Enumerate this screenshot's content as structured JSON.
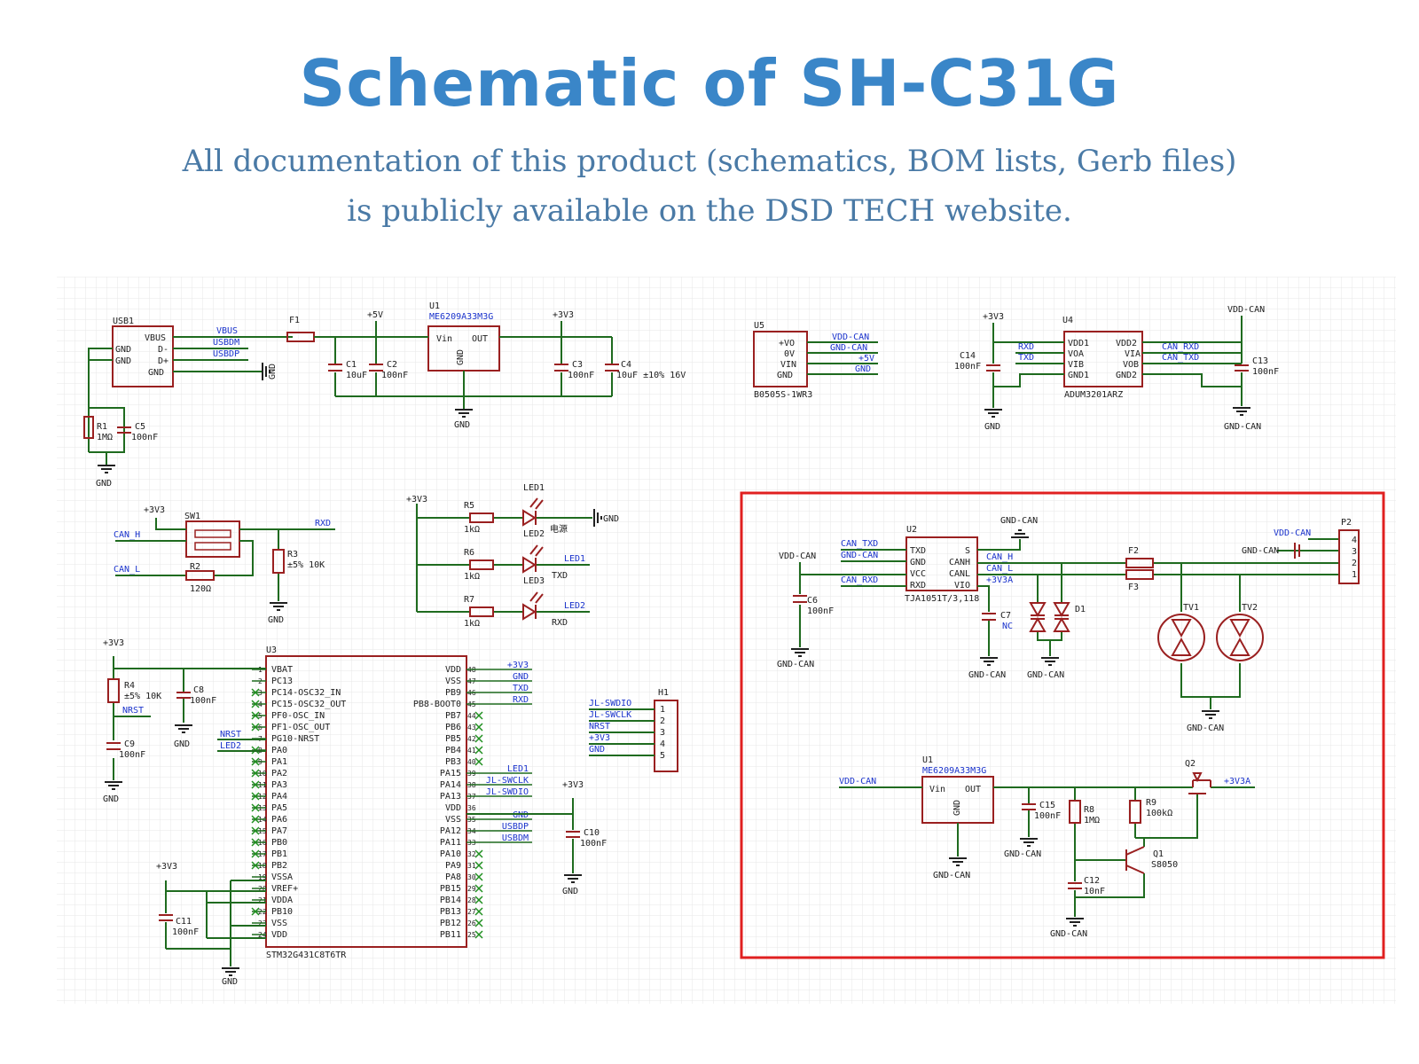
{
  "header": {
    "title": "Schematic of SH-C31G",
    "subtitle_line1": "All documentation of this product (schematics, BOM lists, Gerb files)",
    "subtitle_line2": "is publicly available on the DSD TECH website."
  },
  "colors": {
    "title": "#3a86c8",
    "subtitle": "#4a7aa6",
    "wire": "#1f6b1f",
    "component": "#9a2020",
    "net_label": "#1a33cc",
    "text": "#202020",
    "highlight": "#e02020"
  },
  "usb": {
    "designator": "USB1",
    "pins": [
      "VBUS",
      "D-",
      "D+",
      "GND"
    ],
    "side_pins": [
      "GND",
      "GND"
    ],
    "nets": [
      "VBUS",
      "USBDM",
      "USBDP"
    ],
    "r1": "R1",
    "r1_val": "1MΩ",
    "c5": "C5",
    "c5_val": "100nF",
    "gnd": "GND"
  },
  "ldo": {
    "designator": "U1",
    "part": "ME6209A33M3G",
    "in": "Vin",
    "out": "OUT",
    "gnd_pin": "GND",
    "f1": "F1",
    "v5": "+5V",
    "v33": "+3V3",
    "c1": "C1",
    "c1_val": "10uF",
    "c2": "C2",
    "c2_val": "100nF",
    "c3": "C3",
    "c3_val": "100nF",
    "c4": "C4",
    "c4_val": "10uF ±10% 16V",
    "gnd": "GND"
  },
  "u5": {
    "designator": "U5",
    "pins": [
      "+VO",
      "0V",
      "VIN",
      "GND"
    ],
    "nets": [
      "VDD-CAN",
      "GND-CAN",
      "+5V",
      "GND"
    ],
    "part": "B0505S-1WR3"
  },
  "iso": {
    "designator": "U4",
    "v33": "+3V3",
    "vdd_can": "VDD-CAN",
    "c14": "C14",
    "c14_val": "100nF",
    "c13": "C13",
    "c13_val": "100nF",
    "left_pins": [
      "VDD1",
      "VOA",
      "VIB",
      "GND1"
    ],
    "right_pins": [
      "VDD2",
      "VIA",
      "VOB",
      "GND2"
    ],
    "nets_left": [
      "RXD",
      "TXD"
    ],
    "nets_right": [
      "CAN_RXD",
      "CAN_TXD"
    ],
    "part": "ADUM3201ARZ",
    "gnd": "GND",
    "gnd_can": "GND-CAN"
  },
  "switch": {
    "v33": "+3V3",
    "designator": "SW1",
    "can_h": "CAN_H",
    "can_l": "CAN_L",
    "rxd": "RXD",
    "r2": "R2",
    "r2_val": "120Ω",
    "r3": "R3",
    "r3_val": "±5% 10K",
    "gnd": "GND"
  },
  "leds": {
    "v33": "+3V3",
    "rows": [
      {
        "r": "R5",
        "rval": "1kΩ",
        "led": "LED1",
        "sub": "LED2",
        "note": "电源",
        "net": "GND"
      },
      {
        "r": "R6",
        "rval": "1kΩ",
        "led": "LED2",
        "sub": "LED3",
        "note": "TXD",
        "net": "LED1"
      },
      {
        "r": "R7",
        "rval": "1kΩ",
        "led": "LED3",
        "sub": "",
        "note": "RXD",
        "net": "LED2"
      }
    ]
  },
  "mcu": {
    "designator": "U3",
    "part": "STM32G431C8T6TR",
    "left_pins": [
      "VBAT",
      "PC13",
      "PC14-OSC32_IN",
      "PC15-OSC32_OUT",
      "PF0-OSC_IN",
      "PF1-OSC_OUT",
      "PG10-NRST",
      "PA0",
      "PA1",
      "PA2",
      "PA3",
      "PA4",
      "PA5",
      "PA6",
      "PA7",
      "PB0",
      "PB1",
      "PB2",
      "VSSA",
      "VREF+",
      "VDDA",
      "PB10",
      "VSS",
      "VDD"
    ],
    "right_pins": [
      "VDD",
      "VSS",
      "PB9",
      "PB8-BOOT0",
      "PB7",
      "PB6",
      "PB5",
      "PB4",
      "PB3",
      "PA15",
      "PA14",
      "PA13",
      "VDD",
      "VSS",
      "PA12",
      "PA11",
      "PA10",
      "PA9",
      "PA8",
      "PB15",
      "PB14",
      "PB13",
      "PB12",
      "PB11"
    ],
    "right_nums": [
      "48",
      "47",
      "46",
      "45",
      "44",
      "43",
      "42",
      "41",
      "40",
      "39",
      "38",
      "37",
      "36",
      "35",
      "34",
      "33",
      "32",
      "31",
      "30",
      "29",
      "28",
      "27",
      "26",
      "25"
    ],
    "right_nets": [
      "+3V3",
      "GND",
      "TXD",
      "RXD",
      "",
      "",
      "",
      "",
      "",
      "LED1",
      "JL-SWCLK",
      "JL-SWDIO",
      "",
      "GND",
      "USBDP",
      "USBDM",
      "",
      "",
      "",
      "",
      "",
      "",
      "",
      ""
    ],
    "left_nets": [
      "",
      "",
      "",
      "",
      "",
      "",
      "NRST",
      "LED2"
    ],
    "r4": "R4",
    "r4_val": "±5% 10K",
    "c8": "C8",
    "c8_val": "100nF",
    "c9": "C9",
    "c9_val": "100nF",
    "c10": "C10",
    "c10_val": "100nF",
    "c11": "C11",
    "c11_val": "100nF",
    "nrst": "NRST",
    "v33": "+3V3",
    "gnd": "GND"
  },
  "header_h1": {
    "designator": "H1",
    "nets": [
      "JL-SWDIO",
      "JL-SWCLK",
      "NRST",
      "+3V3",
      "GND"
    ],
    "nums": [
      "1",
      "2",
      "3",
      "4",
      "5"
    ]
  },
  "can": {
    "u2": "U2",
    "u2_left": [
      "TXD",
      "GND",
      "VCC",
      "RXD"
    ],
    "u2_right": [
      "S",
      "CANH",
      "CANL",
      "VIO"
    ],
    "u2_part": "TJA1051T/3,118",
    "nets_left": [
      "CAN_TXD",
      "GND-CAN",
      "CAN_RXD"
    ],
    "nets_right": [
      "CAN_H",
      "CAN_L",
      "+3V3A"
    ],
    "vdd_can": "VDD-CAN",
    "gnd_can": "GND-CAN",
    "c6": "C6",
    "c6_val": "100nF",
    "c7": "C7",
    "c7_val": "NC",
    "d1": "D1",
    "f2": "F2",
    "f3": "F3",
    "tv1": "TV1",
    "tv2": "TV2",
    "p2": "P2",
    "p2_nums": [
      "4",
      "3",
      "2",
      "1"
    ],
    "u1b": "U1",
    "u1b_part": "ME6209A33M3G",
    "q2": "Q2",
    "v33a": "+3V3A",
    "c15": "C15",
    "c15_val": "100nF",
    "r8": "R8",
    "r8_val": "1MΩ",
    "r9": "R9",
    "r9_val": "100kΩ",
    "q1": "Q1",
    "q1_val": "S8050",
    "c12": "C12",
    "c12_val": "10nF"
  }
}
